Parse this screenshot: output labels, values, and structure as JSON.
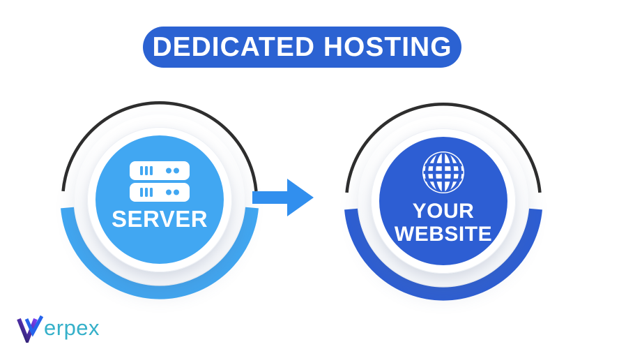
{
  "page": {
    "background": "#ffffff"
  },
  "header": {
    "title": "DEDICATED HOSTING",
    "pill_bg": "#2b62d2",
    "text_color": "#ffffff"
  },
  "nodes": {
    "server": {
      "label": "SERVER",
      "icon": "server-rack-icon",
      "core_color": "#41a7f2",
      "arc_color": "#41a7f2",
      "top_arc_color": "#2e2e2e"
    },
    "website": {
      "label_line1": "YOUR",
      "label_line2": "WEBSITE",
      "icon": "globe-icon",
      "core_color": "#2d5ed3",
      "arc_color": "#2d5ed3",
      "top_arc_color": "#2e2e2e"
    }
  },
  "arrow": {
    "direction": "right",
    "color": "#318fee"
  },
  "branding": {
    "name": "Verpex",
    "wordmark_text": "erpex",
    "wordmark_color": "#35b0c9",
    "mark_gradient_start": "#241e5e",
    "mark_gradient_end": "#7a3ff2",
    "mark_blue": "#2563eb"
  }
}
